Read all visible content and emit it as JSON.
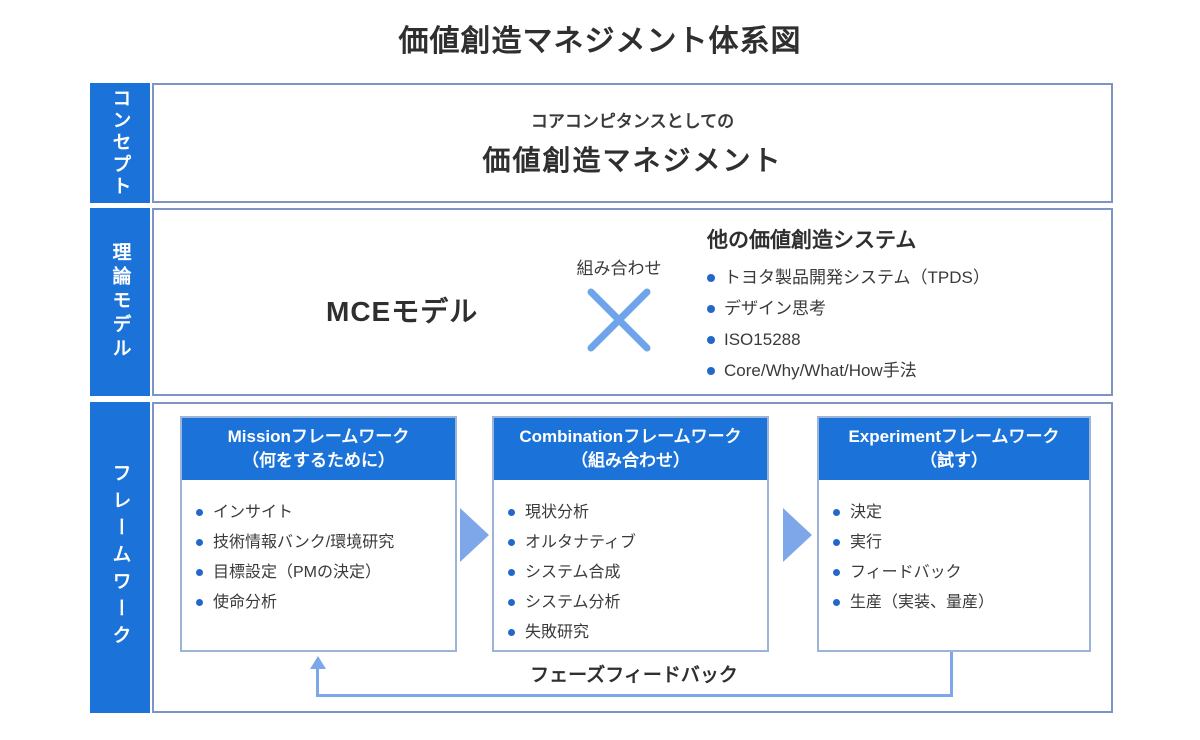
{
  "title": "価値創造マネジメント体系図",
  "colors": {
    "accent_blue": "#1b72d8",
    "light_blue_arrow": "#7da7e8",
    "bullet_blue": "#2368c8",
    "frame_border": "#8093c5"
  },
  "rows": {
    "concept": {
      "side_label": "コンセプト",
      "subtitle": "コアコンピタンスとしての",
      "heading": "価値創造マネジメント"
    },
    "theory": {
      "side_label": "理論モデル",
      "model_name": "MCEモデル",
      "combine_label": "組み合わせ",
      "other_heading": "他の価値創造システム",
      "other_items": [
        "トヨタ製品開発システム（TPDS）",
        "デザイン思考",
        "ISO15288",
        "Core/Why/What/How手法"
      ]
    },
    "framework": {
      "side_label": "フレームワーク",
      "boxes": [
        {
          "title_line1": "Missionフレームワーク",
          "title_line2": "（何をするために）",
          "items": [
            "インサイト",
            "技術情報バンク/環境研究",
            "目標設定（PMの決定）",
            "使命分析"
          ]
        },
        {
          "title_line1": "Combinationフレームワーク",
          "title_line2": "（組み合わせ）",
          "items": [
            "現状分析",
            "オルタナティブ",
            "システム合成",
            "システム分析",
            "失敗研究"
          ]
        },
        {
          "title_line1": "Experimentフレームワーク",
          "title_line2": "（試す）",
          "items": [
            "決定",
            "実行",
            "フィードバック",
            "生産（実装、量産）"
          ]
        }
      ],
      "feedback_label": "フェーズフィードバック"
    }
  }
}
